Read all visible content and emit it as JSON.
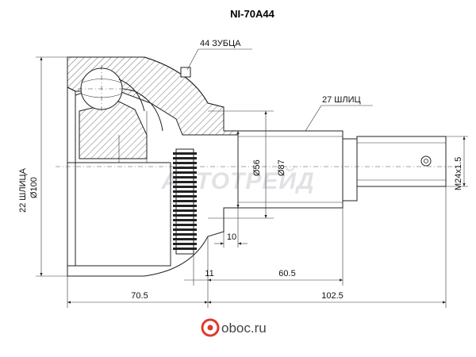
{
  "title": "NI-70A44",
  "labels": {
    "teeth": "44 ЗУБЦА",
    "splines_out": "27 ШЛИЦ",
    "splines_in": "22 ШЛИЦА",
    "dia_outer": "Ø100",
    "dia_shaft": "Ø56",
    "dia_ring": "Ø87",
    "thread": "M24x1.5",
    "dim_10": "10",
    "dim_11": "11",
    "dim_60_5": "60.5",
    "dim_70_5": "70.5",
    "dim_102_5": "102.5"
  },
  "watermark": "АВТОТРЕЙД",
  "brand": {
    "name": "oboc.ru"
  }
}
